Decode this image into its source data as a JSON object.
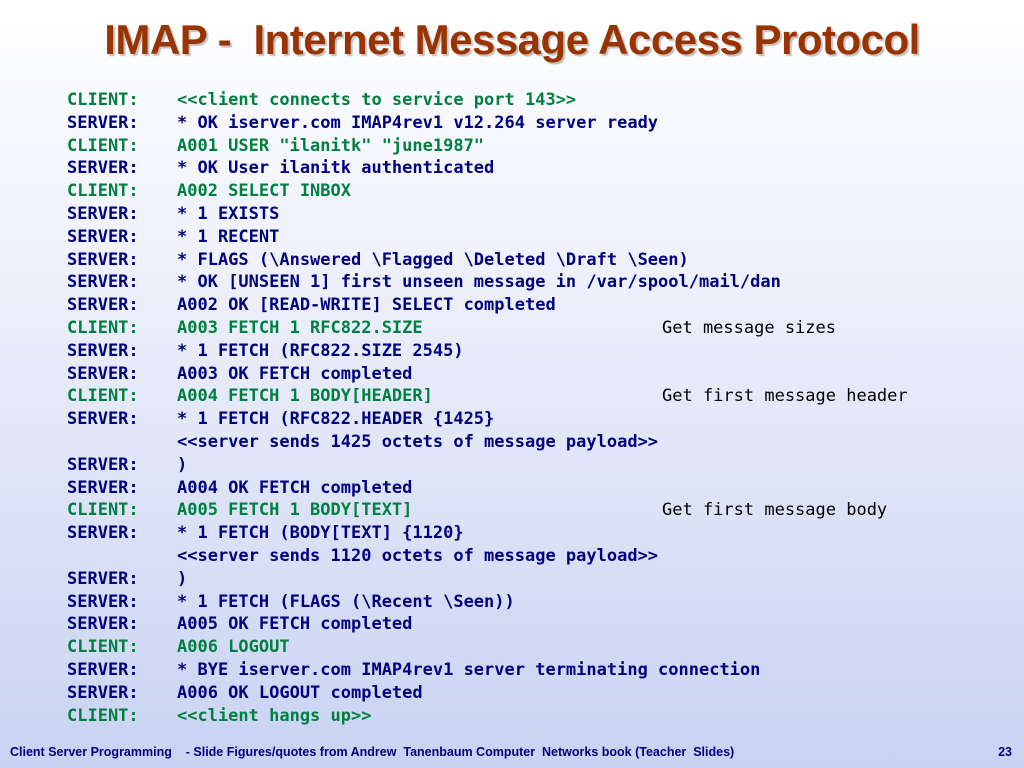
{
  "slide": {
    "title": "IMAP -  Internet Message Access Protocol",
    "footer_text": "Client Server Programming    - Slide Figures/quotes from Andrew  Tanenbaum Computer  Networks book (Teacher  Slides)",
    "page_number": "23"
  },
  "colors": {
    "title": "#993300",
    "client": "#008040",
    "server": "#000080",
    "note": "#000000"
  },
  "transcript": [
    {
      "role": "client",
      "speaker": "CLIENT:",
      "message": "<<client connects to service port 143>>",
      "note": ""
    },
    {
      "role": "server",
      "speaker": "SERVER:",
      "message": "* OK iserver.com IMAP4rev1 v12.264 server ready",
      "note": ""
    },
    {
      "role": "client",
      "speaker": "CLIENT:",
      "message": "A001 USER \"ilanitk\" \"june1987\"",
      "note": ""
    },
    {
      "role": "server",
      "speaker": "SERVER:",
      "message": "* OK User ilanitk authenticated",
      "note": ""
    },
    {
      "role": "client",
      "speaker": "CLIENT:",
      "message": "A002 SELECT INBOX",
      "note": ""
    },
    {
      "role": "server",
      "speaker": "SERVER:",
      "message": "* 1 EXISTS",
      "note": ""
    },
    {
      "role": "server",
      "speaker": "SERVER:",
      "message": "* 1 RECENT",
      "note": ""
    },
    {
      "role": "server",
      "speaker": "SERVER:",
      "message": "* FLAGS (\\Answered \\Flagged \\Deleted \\Draft \\Seen)",
      "note": ""
    },
    {
      "role": "server",
      "speaker": "SERVER:",
      "message": "* OK [UNSEEN 1] first unseen message in /var/spool/mail/dan",
      "note": ""
    },
    {
      "role": "server",
      "speaker": "SERVER:",
      "message": "A002 OK [READ-WRITE] SELECT completed",
      "note": ""
    },
    {
      "role": "client",
      "speaker": "CLIENT:",
      "message": "A003 FETCH 1 RFC822.SIZE",
      "note": "Get message sizes"
    },
    {
      "role": "server",
      "speaker": "SERVER:",
      "message": "* 1 FETCH (RFC822.SIZE 2545)",
      "note": ""
    },
    {
      "role": "server",
      "speaker": "SERVER:",
      "message": "A003 OK FETCH completed",
      "note": ""
    },
    {
      "role": "client",
      "speaker": "CLIENT:",
      "message": "A004 FETCH 1 BODY[HEADER]",
      "note": "Get first message header"
    },
    {
      "role": "server",
      "speaker": "SERVER:",
      "message": "* 1 FETCH (RFC822.HEADER {1425}",
      "note": ""
    },
    {
      "role": "cont",
      "speaker": "",
      "message": "<<server sends 1425 octets of message payload>>",
      "note": ""
    },
    {
      "role": "server",
      "speaker": "SERVER:",
      "message": ")",
      "note": ""
    },
    {
      "role": "server",
      "speaker": "SERVER:",
      "message": "A004 OK FETCH completed",
      "note": ""
    },
    {
      "role": "client",
      "speaker": "CLIENT:",
      "message": "A005 FETCH 1 BODY[TEXT]",
      "note": "Get first message body"
    },
    {
      "role": "server",
      "speaker": "SERVER:",
      "message": "* 1 FETCH (BODY[TEXT] {1120}",
      "note": ""
    },
    {
      "role": "cont",
      "speaker": "",
      "message": "<<server sends 1120 octets of message payload>>",
      "note": ""
    },
    {
      "role": "server",
      "speaker": "SERVER:",
      "message": ")",
      "note": ""
    },
    {
      "role": "server",
      "speaker": "SERVER:",
      "message": "* 1 FETCH (FLAGS (\\Recent \\Seen))",
      "note": ""
    },
    {
      "role": "server",
      "speaker": "SERVER:",
      "message": "A005 OK FETCH completed",
      "note": ""
    },
    {
      "role": "client",
      "speaker": "CLIENT:",
      "message": "A006 LOGOUT",
      "note": ""
    },
    {
      "role": "server",
      "speaker": "SERVER:",
      "message": "* BYE iserver.com IMAP4rev1 server terminating connection",
      "note": ""
    },
    {
      "role": "server",
      "speaker": "SERVER:",
      "message": "A006 OK LOGOUT completed",
      "note": ""
    },
    {
      "role": "client",
      "speaker": "CLIENT:",
      "message": "<<client hangs up>>",
      "note": ""
    }
  ]
}
